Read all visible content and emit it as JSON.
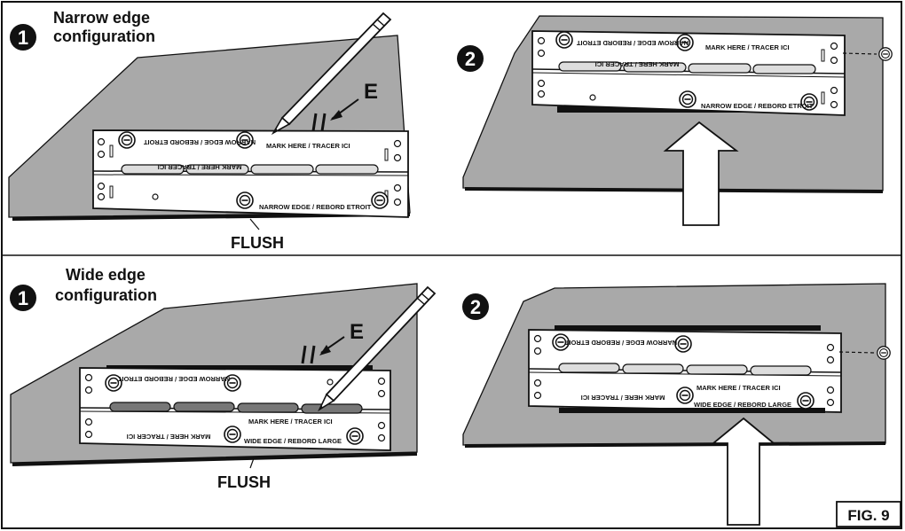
{
  "panels": [
    {
      "step": "1",
      "title_line1": "Narrow edge",
      "title_line2": "configuration",
      "edge_label": "E",
      "flush_label": "FLUSH"
    },
    {
      "step": "2"
    },
    {
      "step": "1",
      "title_line1": "Wide edge",
      "title_line2": "configuration",
      "edge_label": "E",
      "flush_label": "FLUSH"
    },
    {
      "step": "2"
    }
  ],
  "bracket_text": {
    "mark_here": "MARK HERE",
    "tracer_ici": "TRACER ICI",
    "wide_edge": "WIDE EDGE",
    "rebord_large": "REBORD LARGE",
    "narrow_edge": "NARROW EDGE",
    "rebord_etroit": "REBORD ETROIT",
    "sep": "/"
  },
  "figure_label": "FIG. 9",
  "colors": {
    "surface": "#a9a9a9",
    "ink": "#111111",
    "paper": "#ffffff"
  }
}
